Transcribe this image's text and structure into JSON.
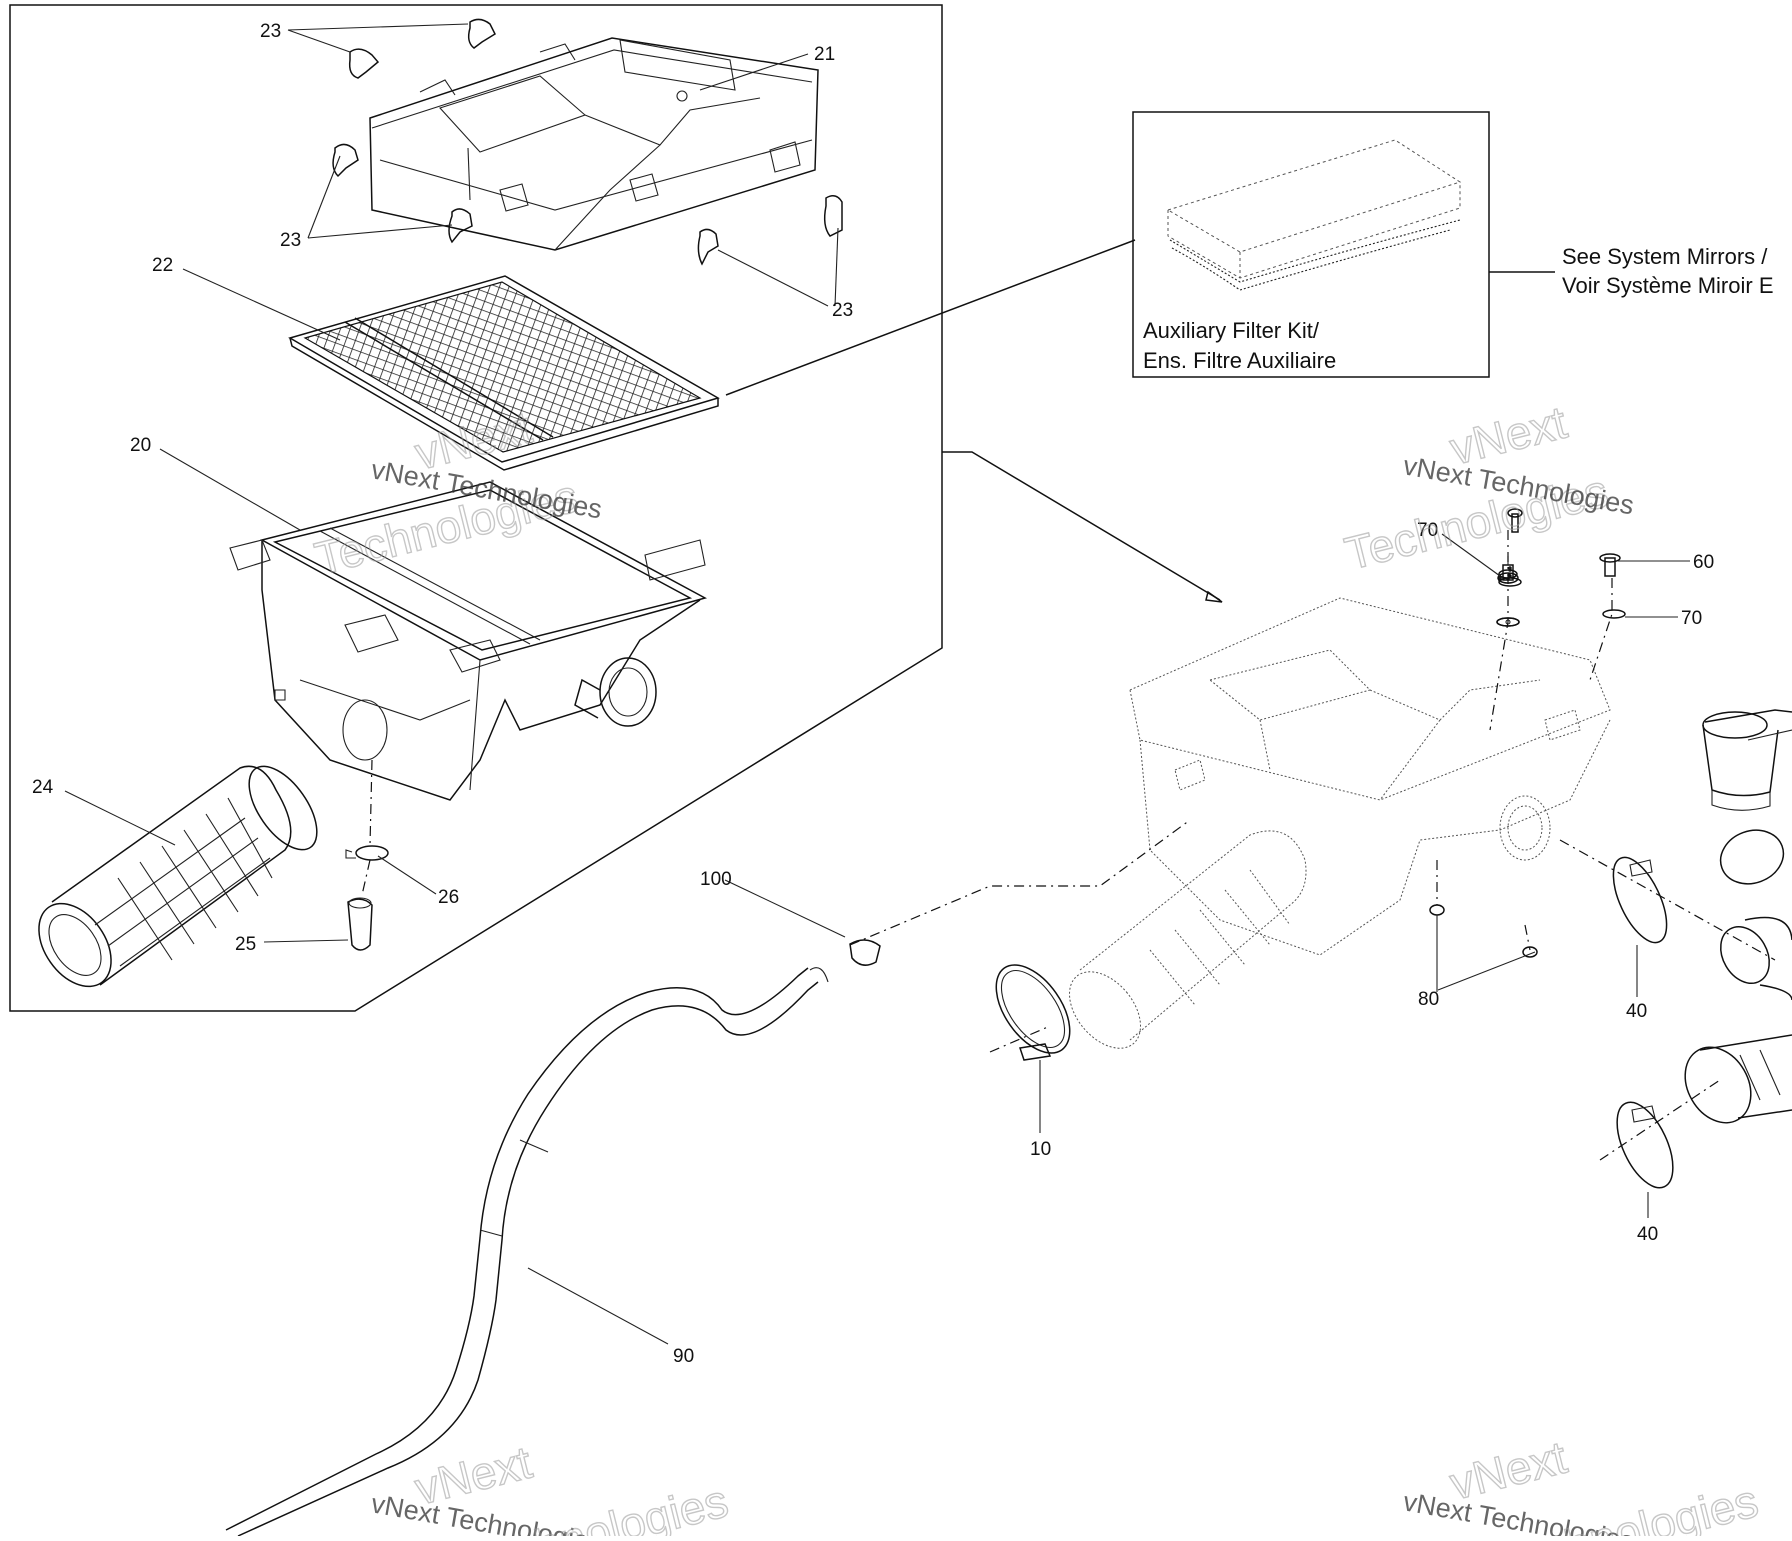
{
  "callouts": {
    "c21": "21",
    "c22": "22",
    "c20": "20",
    "c23a": "23",
    "c23b": "23",
    "c23c": "23",
    "c24": "24",
    "c25": "25",
    "c26": "26",
    "c100": "100",
    "c90": "90",
    "c10": "10",
    "c60": "60",
    "c70a": "70",
    "c70b": "70",
    "c80": "80",
    "c40a": "40",
    "c40b": "40"
  },
  "aux_box": {
    "line1": "Auxiliary Filter Kit/",
    "line2": "Ens. Filtre Auxiliaire"
  },
  "reference_note": {
    "line1": "See System Mirrors /",
    "line2": "Voir Système Miroir E"
  },
  "watermark": {
    "brand": "vNext",
    "tech": "Technologies",
    "full": "vNext Technologies"
  },
  "colors": {
    "line": "#111111",
    "watermark": "#9a9a9a"
  }
}
